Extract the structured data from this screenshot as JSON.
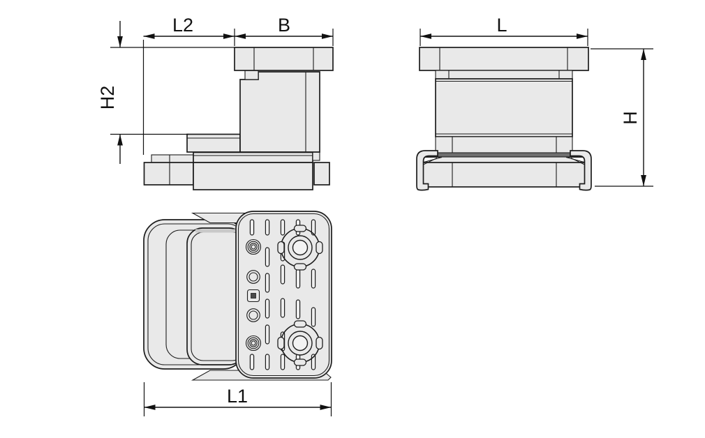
{
  "drawing": {
    "type": "technical-orthographic-views",
    "views": {
      "side": {
        "dim_labels": {
          "l2": "L2",
          "b": "B",
          "h2": "H2"
        }
      },
      "front": {
        "dim_labels": {
          "l": "L",
          "h": "H"
        }
      },
      "bottom": {
        "dim_labels": {
          "l1": "L1"
        }
      }
    },
    "colors": {
      "background": "#ffffff",
      "part_fill": "#e9e9e9",
      "outline": "#1c1c1c",
      "dimension": "#111111",
      "gasket": "#6f6f6f",
      "shading_accent": "#c9c9c9"
    }
  }
}
